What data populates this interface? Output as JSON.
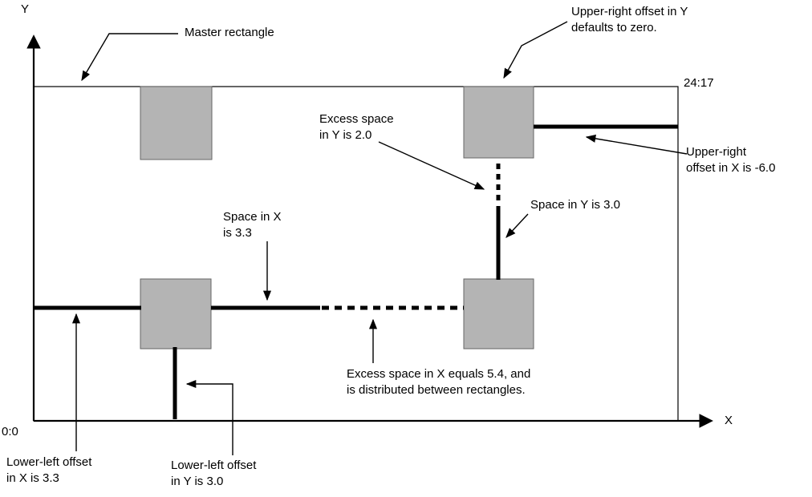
{
  "diagram": {
    "axes": {
      "y_label": "Y",
      "x_label": "X",
      "origin": "0:0",
      "upper_right_coord": "24:17"
    },
    "labels": {
      "master_rect": "Master rectangle",
      "upper_right_y": "Upper-right offset in Y\ndefaults to zero.",
      "excess_y": "Excess space\nin Y is 2.0",
      "upper_right_x": "Upper-right\noffset in X is -6.0",
      "space_y": "Space in Y is 3.0",
      "space_x": "Space in X\nis 3.3",
      "excess_x": "Excess space in X equals 5.4, and\nis distributed between rectangles.",
      "lower_left_x": "Lower-left offset\nin X is 3.3",
      "lower_left_y": "Lower-left offset\nin Y is 3.0"
    },
    "colors": {
      "rect_fill": "#b4b4b4",
      "rect_border": "#666666",
      "line": "#000000",
      "background": "#ffffff"
    }
  }
}
